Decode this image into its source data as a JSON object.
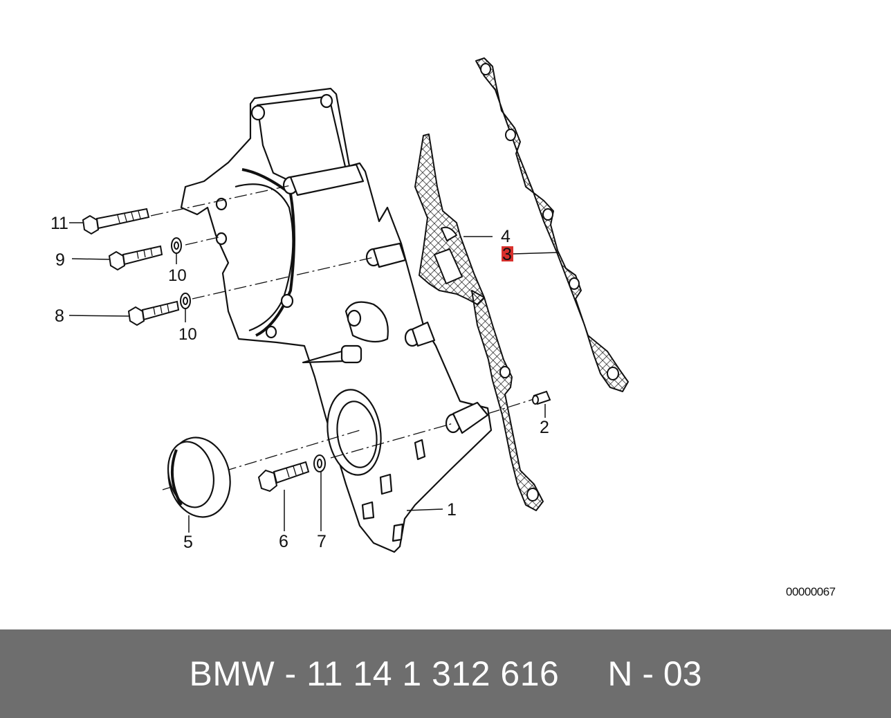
{
  "diagram": {
    "callouts": {
      "c1": "1",
      "c2": "2",
      "c3": "3",
      "c4": "4",
      "c5": "5",
      "c6": "6",
      "c7": "7",
      "c8": "8",
      "c9": "9",
      "c10a": "10",
      "c10b": "10",
      "c11": "11"
    },
    "highlight_color": "#d9302c",
    "reference_number": "00000067"
  },
  "footer": {
    "part_number": "BMW - 11 14 1 312 616",
    "variant": "N - 03"
  },
  "colors": {
    "footer_background": "#6e6e6e",
    "line_color": "#111111"
  }
}
